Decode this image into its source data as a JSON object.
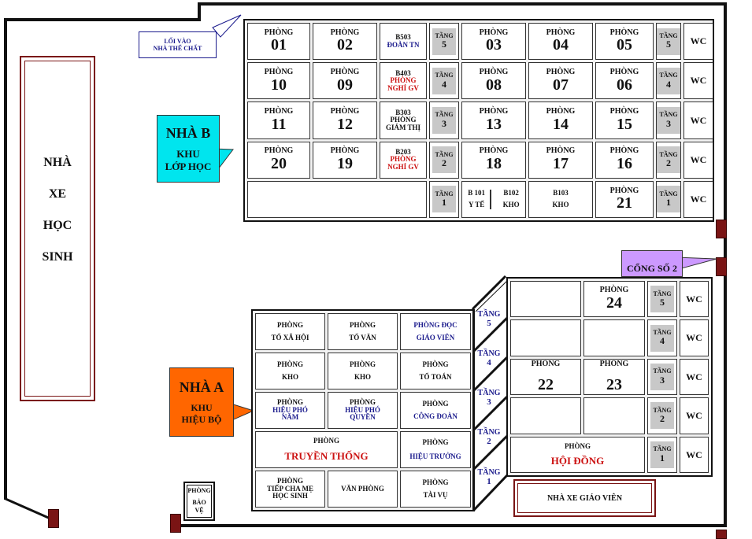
{
  "entrance_callout": {
    "line1": "LỐI VÀO",
    "line2": "NHÀ THỂ CHẤT"
  },
  "parking_students": {
    "l1": "NHÀ",
    "l2": "XE",
    "l3": "HỌC",
    "l4": "SINH"
  },
  "building_b": {
    "title": "NHÀ B",
    "sub1": "KHU",
    "sub2": "LỚP HỌC",
    "color": "#00e5ee",
    "rows": [
      {
        "c1": "01",
        "c2": "02",
        "mid": [
          "B503",
          "ĐOÀN TN"
        ],
        "floor": "5",
        "c3": "03",
        "c4": "04",
        "c5": "05",
        "floor2": "5"
      },
      {
        "c1": "10",
        "c2": "09",
        "mid": [
          "B403",
          "PHÒNG",
          "NGHỈ GV"
        ],
        "floor": "4",
        "c3": "08",
        "c4": "07",
        "c5": "06",
        "floor2": "4"
      },
      {
        "c1": "11",
        "c2": "12",
        "mid": [
          "B303",
          "PHÒNG",
          "GIÁM THỊ"
        ],
        "floor": "3",
        "c3": "13",
        "c4": "14",
        "c5": "15",
        "floor2": "3"
      },
      {
        "c1": "20",
        "c2": "19",
        "mid": [
          "B203",
          "PHÒNG",
          "NGHỈ GV"
        ],
        "floor": "2",
        "c3": "18",
        "c4": "17",
        "c5": "16",
        "floor2": "2"
      }
    ],
    "ground": {
      "floor": "1",
      "b101": [
        "B 101",
        "Y TẾ"
      ],
      "b102": [
        "B102",
        "KHO"
      ],
      "b103": [
        "B103",
        "KHO"
      ],
      "c21": "21",
      "floor2": "1"
    }
  },
  "common": {
    "room": "PHÒNG",
    "floor_word": "TẦNG",
    "wc": "WC"
  },
  "gate2": {
    "label": "CỔNG SỐ 2",
    "color": "#cc99ff"
  },
  "building_a": {
    "title": "NHÀ A",
    "sub1": "KHU",
    "sub2": "HIỆU BỘ",
    "color": "#ff6600",
    "r1": [
      "TỔ XÃ HỘI",
      "TỔ VĂN",
      [
        "PHÒNG ĐỌC",
        "GIÁO VIÊN"
      ]
    ],
    "r2": [
      "KHO",
      "KHO",
      "TỔ TOÁN"
    ],
    "r3": [
      [
        "PHÒNG",
        "HIỆU PHÓ",
        "NĂM"
      ],
      [
        "PHÒNG",
        "HIỆU PHÓ",
        "QUYỀN"
      ],
      "CÔNG ĐOÀN"
    ],
    "r4": [
      "TRUYỀN THỐNG",
      "HIỆU TRƯỞNG"
    ],
    "r5": [
      [
        "PHÒNG",
        "TIẾP CHA MẸ",
        "HỌC SINH"
      ],
      "VĂN PHÒNG",
      "TÀI VỤ"
    ],
    "stairs": [
      "5",
      "4",
      "3",
      "2",
      "1"
    ]
  },
  "building_c": {
    "c24": "24",
    "c22": "22",
    "c23": "23",
    "council": "HỘI ĐỒNG",
    "floors": [
      "5",
      "4",
      "3",
      "2",
      "1"
    ]
  },
  "teacher_parking": "NHÀ XE GIÁO VIÊN",
  "guard": {
    "l1": "PHÒNG",
    "l2": "BẢO",
    "l3": "VỆ"
  }
}
